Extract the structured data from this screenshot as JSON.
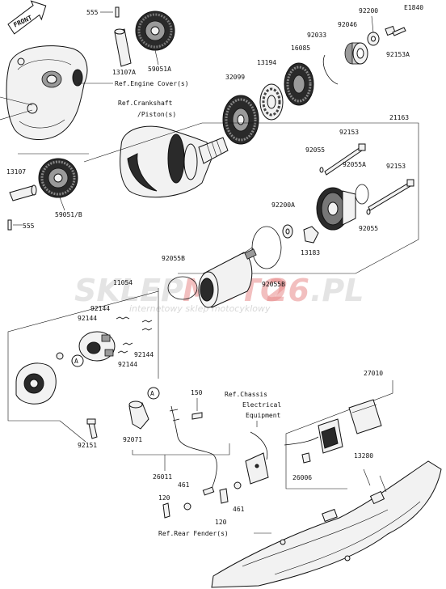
{
  "diagram_code": "E1840",
  "front_marker": "FRONT",
  "references": {
    "engine_cover": "Ref.Engine Cover(s)",
    "crankshaft_line1": "Ref.Crankshaft",
    "crankshaft_line2": "/Piston(s)",
    "chassis_line1": "Ref.Chassis",
    "chassis_line2": "Electrical",
    "chassis_line3": "Equipment",
    "rear_fender": "Ref.Rear Fender(s)"
  },
  "callout_letter": "A",
  "watermark": {
    "brand_a": "SKLEP",
    "brand_b": "MOTO",
    "brand_c": "26",
    "brand_d": ".PL",
    "tagline": "internetowy sklep motocyklowy"
  },
  "part_numbers": {
    "p555_top": "555",
    "p13107A": "13107A",
    "p59051A": "59051A",
    "p92200": "92200",
    "p92046": "92046",
    "p92033": "92033",
    "p16085": "16085",
    "p13194": "13194",
    "p32099": "32099",
    "p92153A": "92153A",
    "p21163": "21163",
    "p92153_a": "92153",
    "p92055_a": "92055",
    "p92055A": "92055A",
    "p92153_b": "92153",
    "p13107": "13107",
    "p555_bot": "555",
    "p59051B": "59051/B",
    "p92200A": "92200A",
    "p92055_b": "92055",
    "p13183": "13183",
    "p92055B_a": "92055B",
    "p92055B_b": "92055B",
    "p11054": "11054",
    "p92144_a": "92144",
    "p92144_b": "92144",
    "p92144_c": "92144",
    "p92144_d": "92144",
    "p27010": "27010",
    "p150": "150",
    "p92071": "92071",
    "p92151": "92151",
    "p26006": "26006",
    "p13280": "13280",
    "p26011": "26011",
    "p461_a": "461",
    "p461_b": "461",
    "p120_a": "120",
    "p120_b": "120"
  }
}
